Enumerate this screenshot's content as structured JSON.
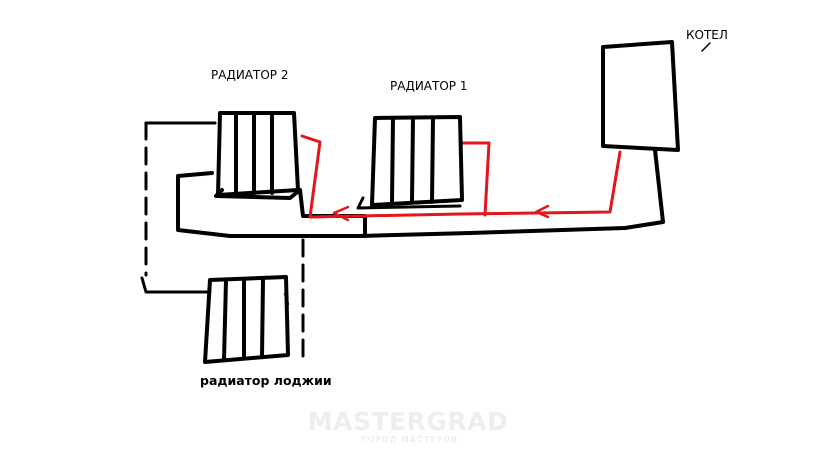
{
  "labels": {
    "boiler": "КОТЕЛ",
    "radiator_1": "РАДИАТОР 1",
    "radiator_2": "РАДИАТОР 2",
    "loggia_radiator": "радиатор лоджии"
  },
  "watermark": {
    "main": "MASTERGRAD",
    "sub": "ГОРОД МАСТЕРОВ"
  },
  "colors": {
    "pipe_return": "#000000",
    "pipe_supply": "#e3161c"
  }
}
